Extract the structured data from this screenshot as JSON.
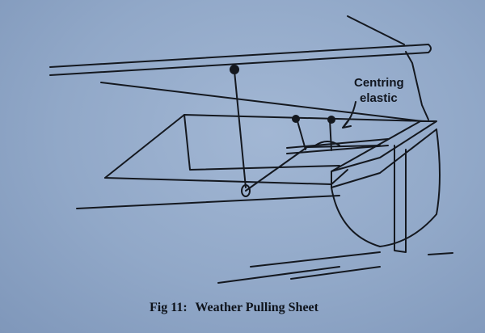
{
  "figure": {
    "annotation": {
      "line1": "Centring",
      "line2": "elastic"
    },
    "caption": {
      "number": "Fig 11:",
      "title": "Weather Pulling Sheet"
    }
  }
}
